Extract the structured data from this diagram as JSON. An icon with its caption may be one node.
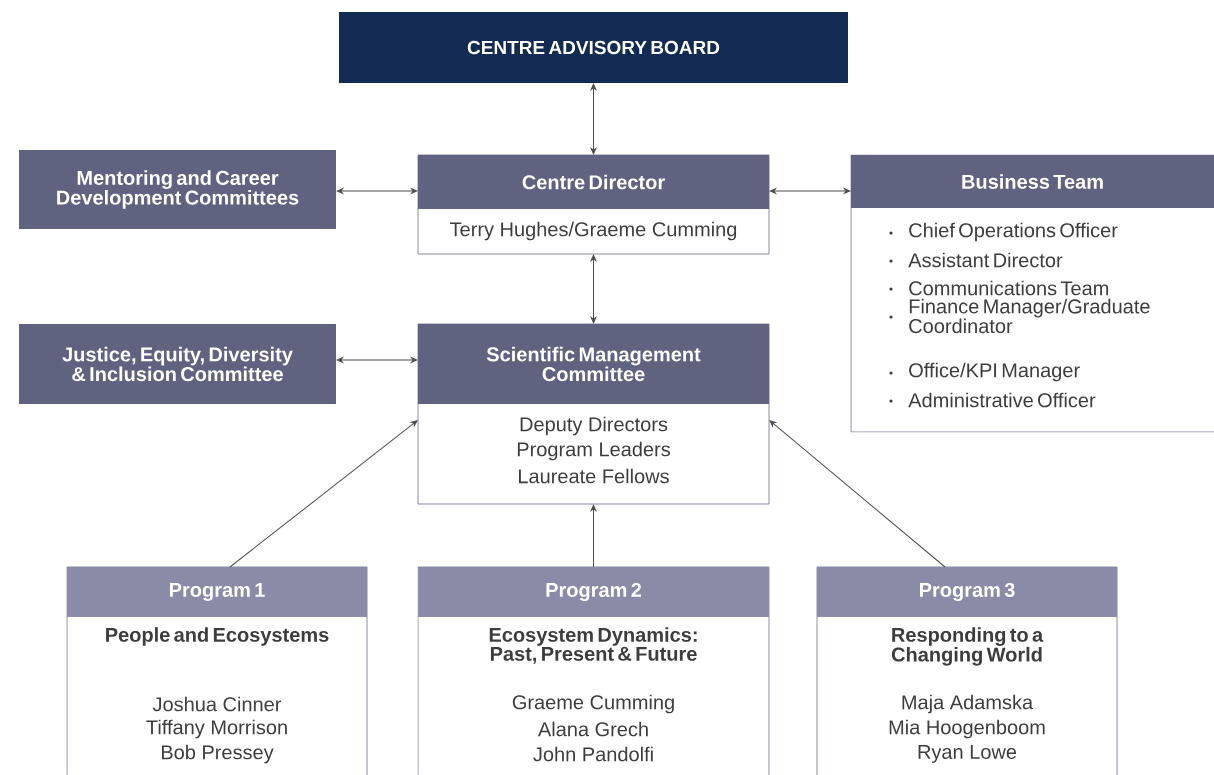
{
  "diagram": {
    "nodes": [
      {
        "text": [
          "CENTRE ADVISORY BOARD"
        ]
      },
      {
        "text": [
          "Mentoring and Career Development Committees"
        ]
      },
      {
        "text": [
          "Centre Director",
          "Terry Hughes/Graeme Cumming"
        ]
      },
      {
        "text": [
          "Business Team",
          "Chief Operations Officer",
          "Assistant Director",
          "Communications Team",
          "Finance Manager/Graduate Coordinator",
          "Office/KPI Manager",
          "Administrative Officer"
        ]
      },
      {
        "text": [
          "Justice, Equity, Diversity & Inclusion Committee"
        ]
      },
      {
        "text": [
          "Scientific Management Committee",
          "Deputy Directors",
          "Program Leaders",
          "Laureate Fellows"
        ]
      },
      {
        "text": [
          "Program 1",
          "People and Ecosystems",
          "Joshua Cinner",
          "Tiffany Morrison",
          "Bob Pressey"
        ]
      },
      {
        "text": [
          "Program 2",
          "Ecosystem Dynamics: Past, Present & Future",
          "Graeme Cumming",
          "Alana Grech",
          "John Pandolfi"
        ]
      },
      {
        "text": [
          "Program 3",
          "Responding to a Changing World",
          "Maja Adamska",
          "Mia Hoogenboom",
          "Ryan Lowe"
        ]
      }
    ],
    "edges": [
      {
        "from": 0,
        "to": 2,
        "arrow": "both"
      },
      {
        "from": 1,
        "to": 2,
        "arrow": "both"
      },
      {
        "from": 2,
        "to": 3,
        "arrow": "both"
      },
      {
        "from": 2,
        "to": 5,
        "arrow": "both"
      },
      {
        "from": 4,
        "to": 5,
        "arrow": "both"
      },
      {
        "from": 6,
        "to": 5,
        "arrow": "to"
      },
      {
        "from": 7,
        "to": 5,
        "arrow": "to"
      },
      {
        "from": 8,
        "to": 5,
        "arrow": "to"
      }
    ]
  }
}
